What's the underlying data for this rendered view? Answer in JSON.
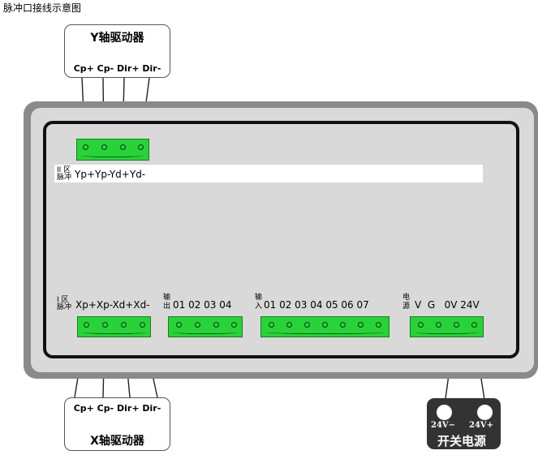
{
  "page_title": "脉冲口接线示意图",
  "y_driver": {
    "title": "Y轴驱动器",
    "pins": "Cp+ Cp- Dir+ Dir-"
  },
  "x_driver": {
    "title": "X轴驱动器",
    "pins": "Cp+ Cp- Dir+ Dir-"
  },
  "zone2": {
    "zone_label": "II 区",
    "pulse_label": "脉冲",
    "terminals": "Yp+Yp-Yd+Yd-"
  },
  "zone1": {
    "zone_label": "I 区",
    "pulse_label": "脉冲",
    "terminals": "Xp+Xp-Xd+Xd-"
  },
  "outputs": {
    "label_top": "输",
    "label_bottom": "出",
    "terminals": "01 02 03 04"
  },
  "inputs": {
    "label_top": "输",
    "label_bottom": "入",
    "terminals": "01 02 03 04 05 06 07"
  },
  "power_terminal": {
    "label_top": "电",
    "label_bottom": "源",
    "terminals": "V  G   0V 24V"
  },
  "power_supply": {
    "minus_label": "24V−",
    "plus_label": "24V+",
    "title": "开关电源"
  },
  "colors": {
    "terminal_green": "#2ad23a",
    "panel_frame": "#8a8a8a",
    "panel_face": "#d9d9d9",
    "power_box": "#333333"
  }
}
